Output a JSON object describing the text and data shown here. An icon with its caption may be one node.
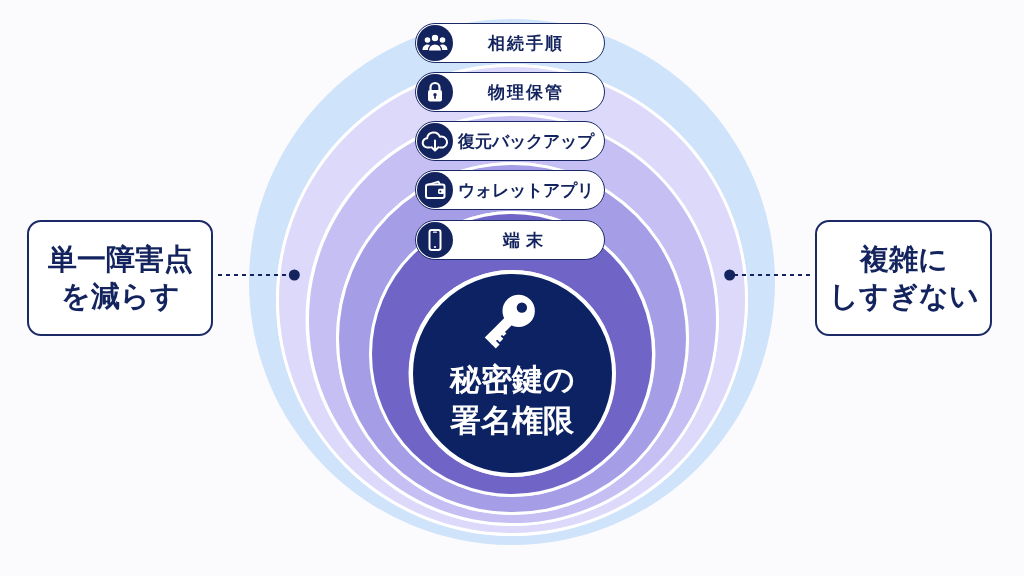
{
  "diagram": {
    "nodes": [
      {
        "text": [
          "相続手順"
        ]
      },
      {
        "text": [
          "物理保管"
        ],
        "in": 0
      },
      {
        "text": [
          "復元バックアップ"
        ],
        "in": 1
      },
      {
        "text": [
          "ウォレットアプリ"
        ],
        "in": 2
      },
      {
        "text": [
          "端末"
        ],
        "in": 3
      },
      {
        "text": [
          "秘密鍵の署名権限"
        ],
        "in": 4
      },
      {
        "text": [
          "単一障害点を減らす"
        ]
      },
      {
        "text": [
          "複雑にしすぎない"
        ]
      }
    ],
    "edges": [
      {
        "from": 6,
        "to": 1,
        "arrow": "other",
        "style": "dashed"
      },
      {
        "from": 7,
        "to": 1,
        "arrow": "other",
        "style": "dashed"
      }
    ]
  }
}
